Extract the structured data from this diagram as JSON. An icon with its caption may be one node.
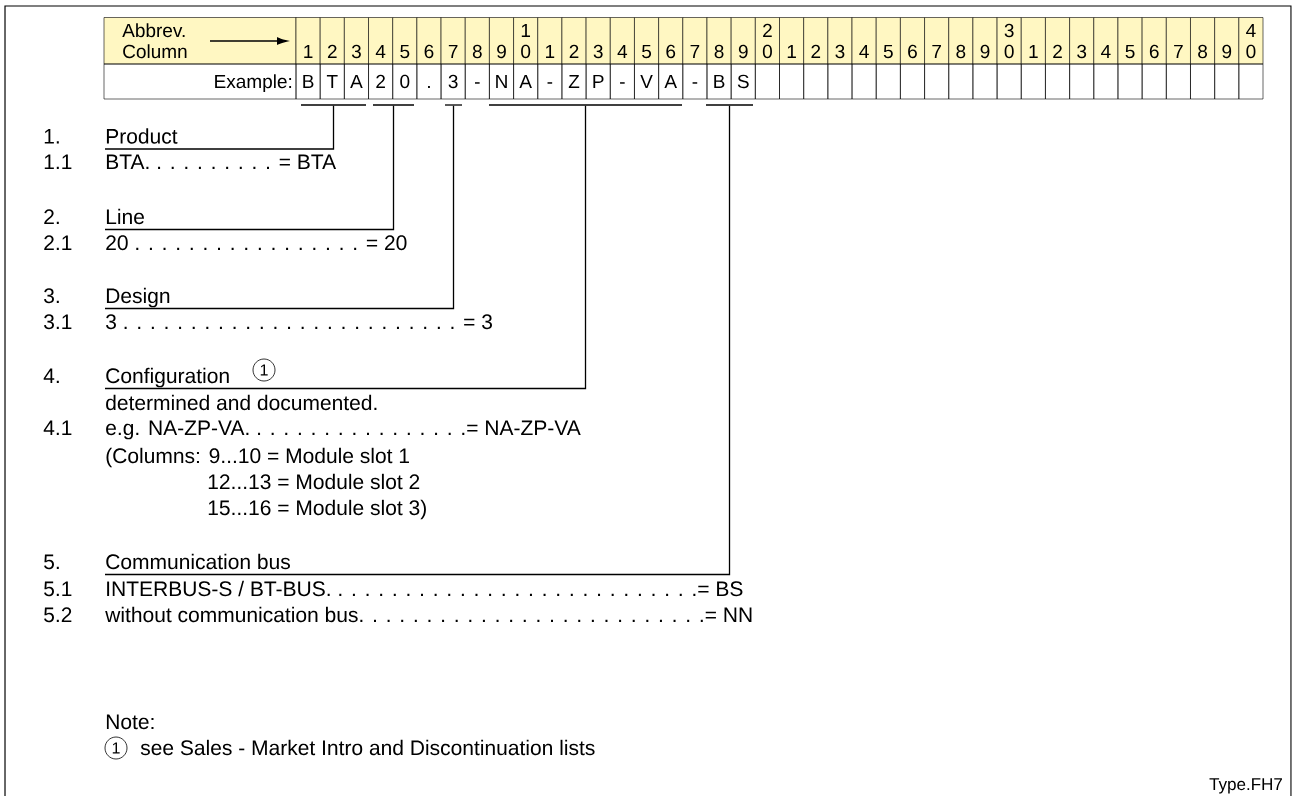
{
  "diagram": {
    "nodes": [
      {
        "text": [
          "Product"
        ]
      },
      {
        "text": [
          "Line"
        ]
      },
      {
        "text": [
          "Design"
        ]
      },
      {
        "text": [
          "Configuration"
        ]
      },
      {
        "text": [
          "Communication bus"
        ]
      },
      {
        "text": [],
        "shape": "bar"
      },
      {
        "text": [],
        "shape": "bar"
      },
      {
        "text": [],
        "shape": "bar"
      },
      {
        "text": [],
        "shape": "bar"
      },
      {
        "text": [],
        "shape": "bar"
      }
    ],
    "edges": [
      {
        "from": 0,
        "to": 5,
        "arrow": "none"
      },
      {
        "from": 1,
        "to": 6,
        "arrow": "none"
      },
      {
        "from": 2,
        "to": 7,
        "arrow": "none"
      },
      {
        "from": 3,
        "to": 8,
        "arrow": "none"
      },
      {
        "from": 4,
        "to": 9,
        "arrow": "none"
      }
    ],
    "labels": [
      "Abbrev. Column",
      "1",
      "2",
      "3",
      "4",
      "5",
      "6",
      "7",
      "8",
      "9",
      "1 0",
      "1",
      "2",
      "3",
      "4",
      "5",
      "6",
      "7",
      "8",
      "9",
      "2 0",
      "1",
      "2",
      "3",
      "4",
      "5",
      "6",
      "7",
      "8",
      "9",
      "3 0",
      "1",
      "2",
      "3",
      "4",
      "5",
      "6",
      "7",
      "8",
      "9",
      "4 0",
      "Example:",
      "B",
      "T",
      "A",
      "2",
      "0",
      ".",
      "3",
      "-",
      "N",
      "A",
      "-",
      "Z",
      "P",
      "-",
      "V",
      "A",
      "-",
      "B",
      "S",
      "1.",
      "1.1",
      "BTA. . . . . . . . . . = BTA",
      "2.",
      "2.1",
      "20 . . . . . . . . . . . . . . . . . = 20",
      "3.",
      "3.1",
      "3 . . . . . . . . . . . . . . . . . . . . . . . . . = 3",
      "4.",
      "1",
      "determined and documented.",
      "4.1",
      "e.g. NA-ZP-VA. . . . . . . . . . . . . . . . .= NA-ZP-VA",
      "(Columns: 9...10 = Module slot 1",
      "12...13 = Module slot 2",
      "15...16 = Module slot 3)",
      "5.",
      "5.1",
      "INTERBUS-S / BT-BUS. . . . . . . . . . . . . . . . . . . . . . . . . . . .= BS",
      "5.2",
      "without communication bus. . . . . . . . . . . . . . . . . . . . . . . . . .= NN",
      "Note:",
      "1",
      "see Sales - Market Intro and Discontinuation lists",
      "Type.FH7"
    ]
  }
}
